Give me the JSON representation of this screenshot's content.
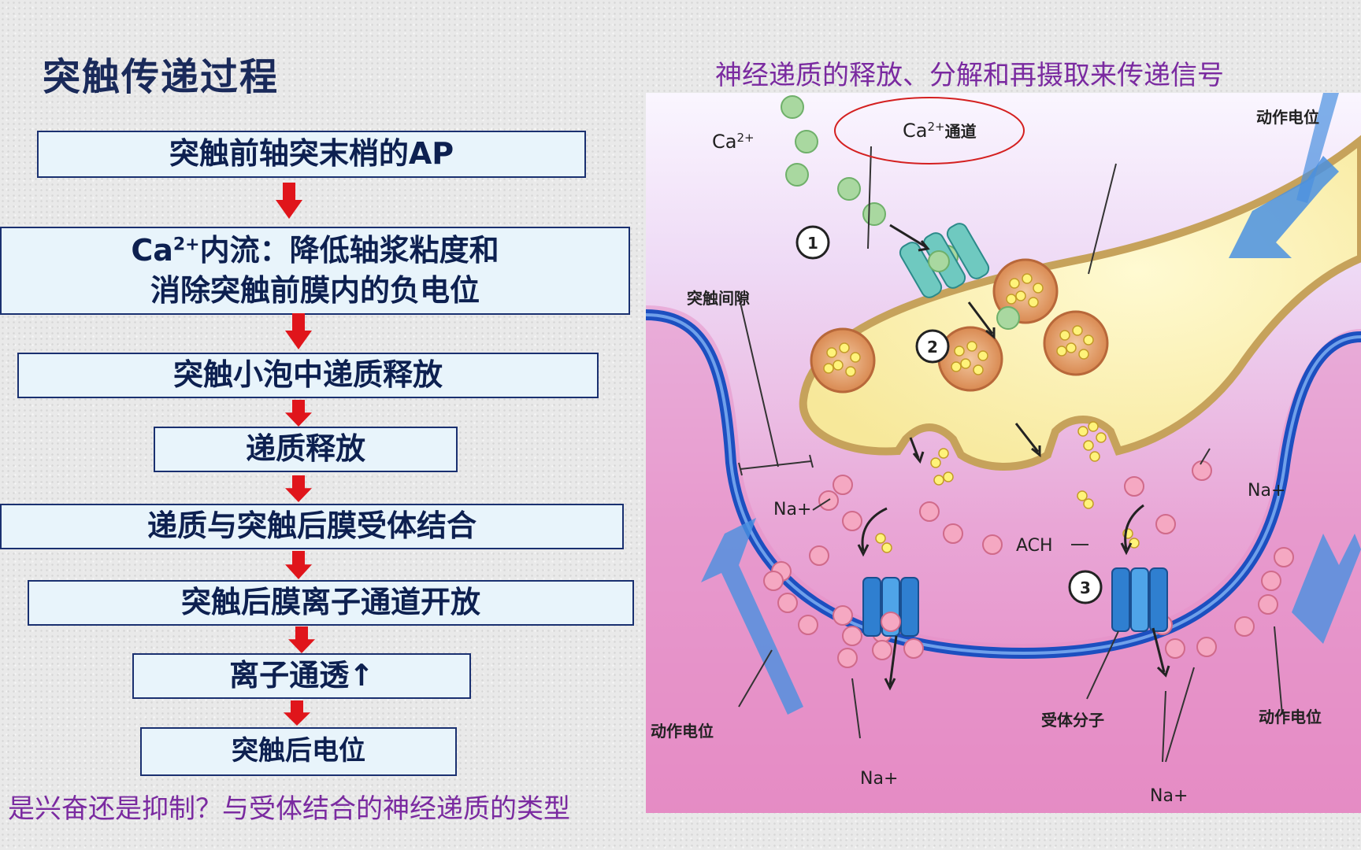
{
  "title": "突触传递过程",
  "subtitle": "神经递质的释放、分解和再摄取来传递信号",
  "flow": {
    "step1": "突触前轴突末梢的AP",
    "step2_line1_prefix": "Ca",
    "step2_line1_sup": "2+",
    "step2_line1_rest": "内流：降低轴浆粘度和",
    "step2_line2": "消除突触前膜内的负电位",
    "step3": "突触小泡中递质释放",
    "step4": "递质释放",
    "step5": "递质与突触后膜受体结合",
    "step6": "突触后膜离子通道开放",
    "step7": "离子通透↑",
    "step8": "突触后电位"
  },
  "note": "是兴奋还是抑制？与受体结合的神经递质的类型",
  "diagram": {
    "ca_label": "Ca",
    "ca_sup": "2+",
    "ca_channel_label": "Ca",
    "ca_channel_sup": "2+",
    "ca_channel_text": "通道",
    "action_potential_top": "动作电位",
    "synaptic_cleft": "突触间隙",
    "num1": "1",
    "num2": "2",
    "num3": "3",
    "na_left": "Na+",
    "na_right": "Na+",
    "ach": "ACH",
    "action_potential_left": "动作电位",
    "action_potential_right": "动作电位",
    "receptor": "受体分子",
    "na_bottom_left": "Na+",
    "na_bottom_right": "Na+"
  },
  "colors": {
    "arrow_red": "#e0151b",
    "box_fill": "#e8f4fb",
    "box_border": "#1a3070",
    "title": "#1a2a5a",
    "accent_purple": "#7a2aa0"
  }
}
